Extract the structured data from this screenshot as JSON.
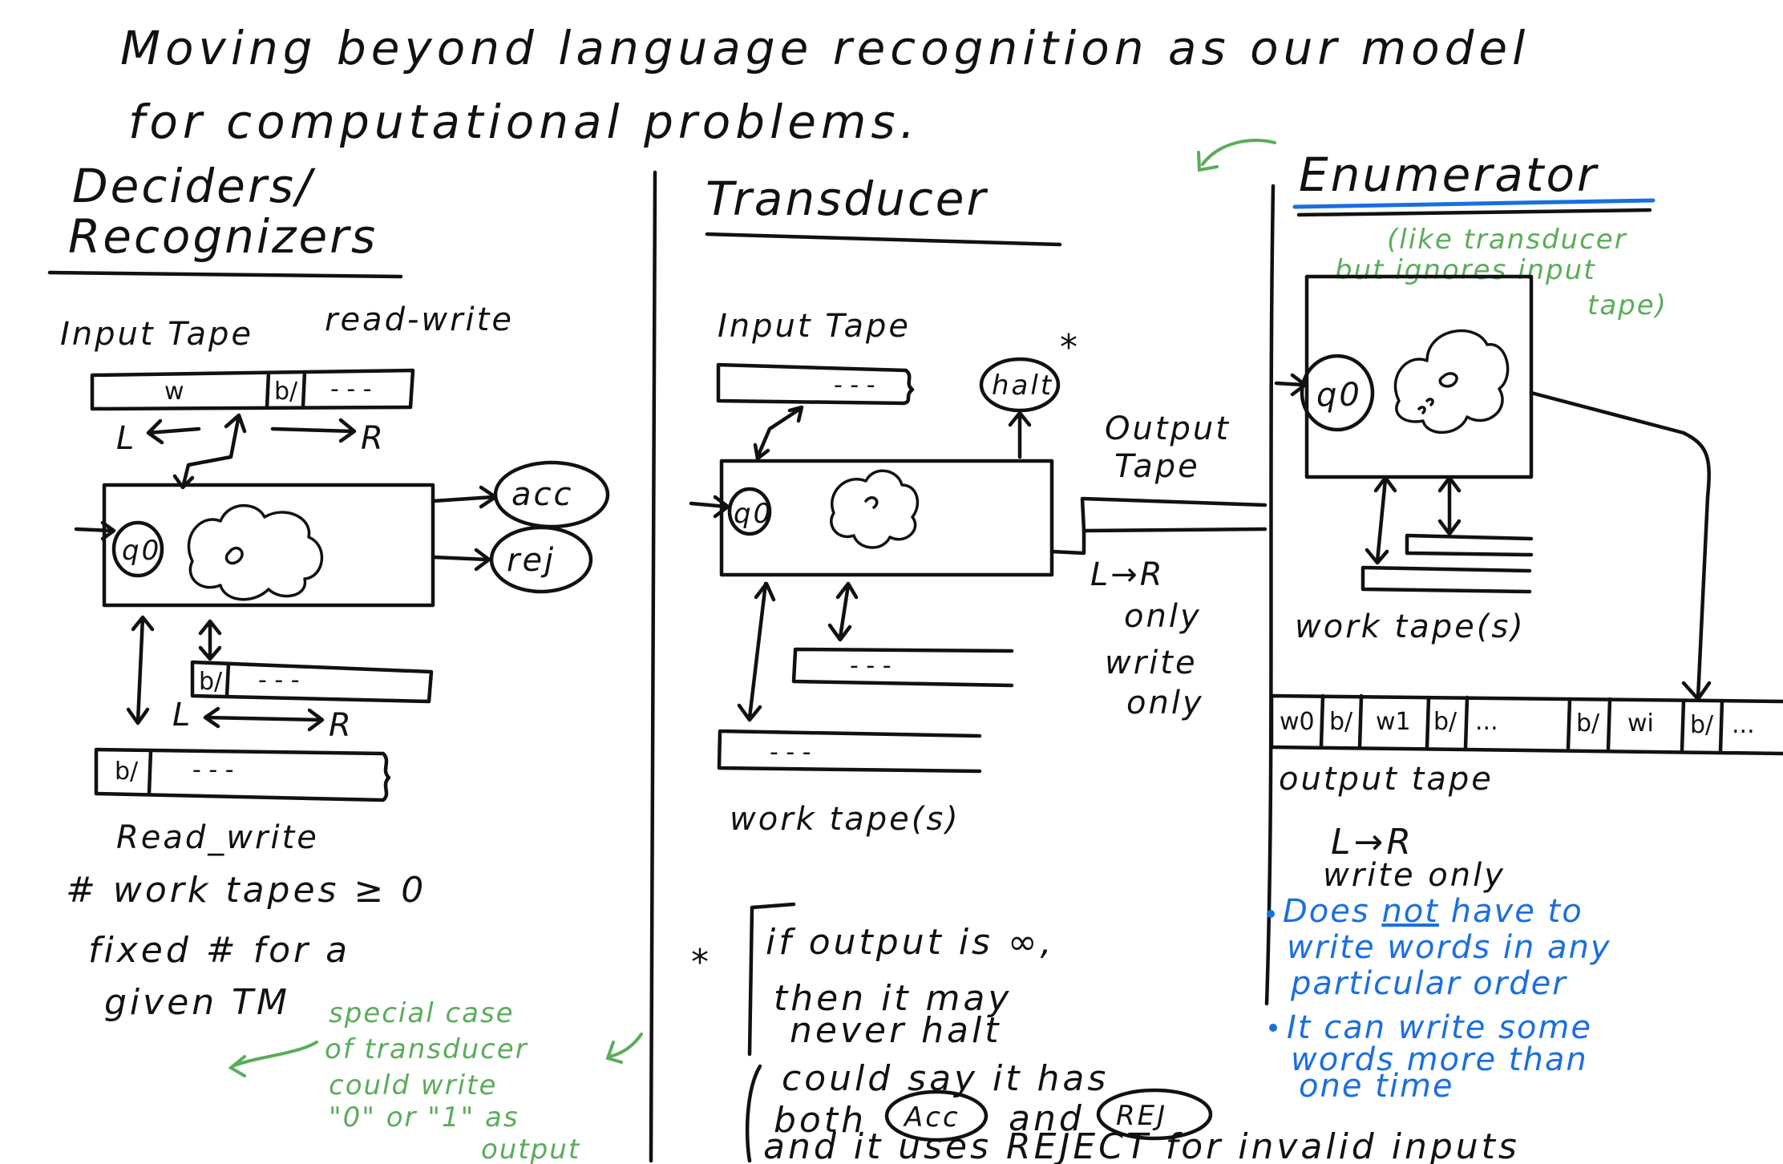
{
  "title": {
    "line1": "Moving beyond language recognition as our model",
    "line2": "for computational problems."
  },
  "deciders": {
    "heading_line1": "Deciders/",
    "heading_line2": "Recognizers",
    "input_tape_label": "Input Tape",
    "input_tape_mode": "read-write",
    "input_tape_cells": [
      "w",
      "b/",
      "- - -"
    ],
    "dir_left": "L",
    "dir_right": "R",
    "start_state": "q0",
    "accept_state": "acc",
    "reject_state": "rej",
    "work_tape1_cells": [
      "b/",
      "- - -"
    ],
    "work_tape2_cells": [
      "b/",
      "- - -"
    ],
    "read_write_label": "Read_write",
    "work_tapes_count": "# work tapes ≥ 0",
    "fixed_line1": "fixed # for a",
    "fixed_line2": "given TM",
    "special_case_note": [
      "special case",
      "of transducer",
      "could write",
      "\"0\" or \"1\" as",
      "output"
    ]
  },
  "transducer": {
    "heading": "Transducer",
    "input_tape_label": "Input Tape",
    "input_tape_cells": [
      "- - -"
    ],
    "halt_state": "halt",
    "halt_mark": "*",
    "start_state": "q0",
    "output_tape_label_line1": "Output",
    "output_tape_label_line2": "Tape",
    "output_dir": "L→R",
    "only1": "only",
    "write": "write",
    "only2": "only",
    "work_tape1_cells": [
      "- - -"
    ],
    "work_tape2_cells": [
      "- - -"
    ],
    "work_tapes_label": "work tape(s)",
    "note_star": "*",
    "note_line1": "if output is ∞,",
    "note_line2": "then it may",
    "note_line3": "never halt",
    "note_line4": "could say it has",
    "note_both": "both",
    "note_acc": "Acc",
    "note_and": "and",
    "note_rej": "REJ",
    "note_line6": "and it uses REJECT for invalid inputs"
  },
  "enumerator": {
    "heading": "Enumerator",
    "green_note": [
      "(like transducer",
      "but ignores input",
      "tape)"
    ],
    "start_state": "q0",
    "work_tapes_label": "work tape(s)",
    "output_tape_cells": [
      "w0",
      "b/",
      "w1",
      "b/",
      "...",
      "b/",
      "wi",
      "b/",
      "..."
    ],
    "output_tape_label": "output tape",
    "output_dir": "L→R",
    "write_only": "write only",
    "bullet1_parts": [
      "Does ",
      "not",
      " have to"
    ],
    "bullet1_line2": "write words in any",
    "bullet1_line3": "particular order",
    "bullet2_line1": "It can write some",
    "bullet2_line2": "words more than",
    "bullet2_line3": "one time"
  },
  "colors": {
    "ink": "#111111",
    "green": "#5aad5a",
    "blue": "#1a6fe0"
  }
}
